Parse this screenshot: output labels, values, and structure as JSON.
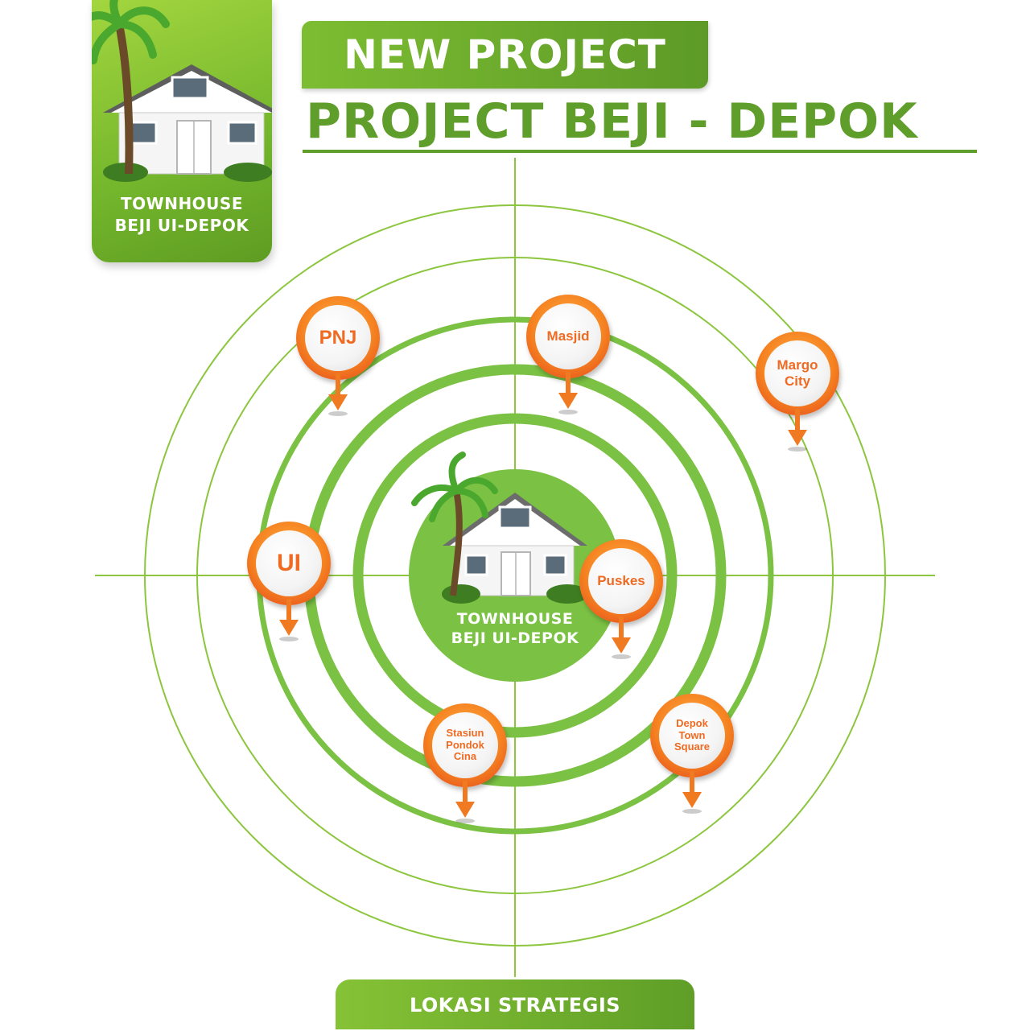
{
  "header": {
    "title": "NEW PROJECT",
    "subtitle": "PROJECT BEJI - DEPOK"
  },
  "logo": {
    "line1": "TOWNHOUSE",
    "line2": "BEJI UI-DEPOK"
  },
  "center": {
    "line1": "TOWNHOUSE",
    "line2": "BEJI UI-DEPOK"
  },
  "footer": {
    "label": "LOKASI STRATEGIS"
  },
  "pins": [
    {
      "label": "PNJ"
    },
    {
      "label": "Masjid"
    },
    {
      "label": "Margo City"
    },
    {
      "label": "UI"
    },
    {
      "label": "Puskes"
    },
    {
      "label": "Stasiun Pondok Cina"
    },
    {
      "label": "Depok Town Square"
    }
  ],
  "colors": {
    "green": "#7bc143",
    "dark_green": "#5f9e2a",
    "orange": "#f58220",
    "red_orange": "#e2421d"
  }
}
